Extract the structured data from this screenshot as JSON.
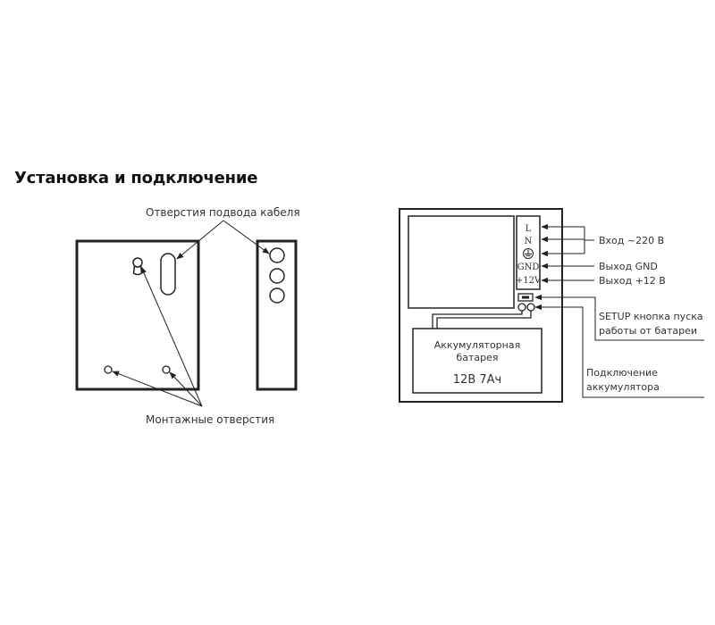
{
  "page": {
    "title": "Установка и подключение"
  },
  "mounting_diagram": {
    "cable_holes_label": "Отверстия подвода кабеля",
    "mounting_holes_label": "Монтажные отверстия"
  },
  "wiring_diagram": {
    "terminals": {
      "l": "L",
      "n": "N",
      "gnd": "GND",
      "plus12": "+12V"
    },
    "battery": {
      "line1": "Аккумуляторная",
      "line2": "батарея",
      "spec": "12В 7Ач"
    },
    "labels": {
      "input": "Вход ~220 В",
      "output_gnd": "Выход GND",
      "output_12": "Выход +12 В",
      "setup_line1": "SETUP кнопка пуска",
      "setup_line2": "работы от батареи",
      "battery_conn_line1": "Подключение",
      "battery_conn_line2": "аккумулятора"
    }
  }
}
